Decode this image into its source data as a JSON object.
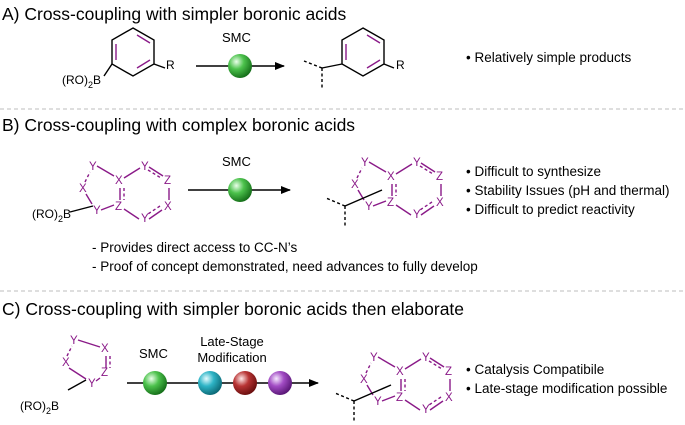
{
  "sections": [
    {
      "heading": "A) Cross-coupling with simpler boronic acids",
      "reaction_label": "SMC",
      "reagent": {
        "prefix": "(RO)",
        "sub": "2",
        "atom": "B",
        "substituent": "R"
      },
      "product": {
        "substituent": "R"
      },
      "bullets": [
        "• Relatively simple products"
      ]
    },
    {
      "heading": "B) Cross-coupling with complex boronic acids",
      "reaction_label": "SMC",
      "reagent": {
        "prefix": "(RO)",
        "sub": "2",
        "atom": "B"
      },
      "bullets": [
        "• Difficult to synthesize",
        "• Stability Issues (pH and thermal)",
        "• Difficult to predict reactivity"
      ],
      "notes": [
        "- Provides direct access to CC-N’s",
        "- Proof of concept demonstrated, need advances to fully develop"
      ]
    },
    {
      "heading": "C) Cross-coupling with simpler boronic acids then elaborate",
      "reaction_label": "SMC",
      "modification_label": [
        "Late-Stage",
        "Modification"
      ],
      "reagent": {
        "prefix": "(RO)",
        "sub": "2",
        "atom": "B"
      },
      "bullets": [
        "• Catalysis Compatibile",
        "• Late-stage modification possible"
      ]
    }
  ],
  "ring_atoms": {
    "Y": "Y",
    "X": "X",
    "Z": "Z"
  },
  "colors": {
    "heteroatom": "#8a1a88",
    "sphere_green": "#3fae3f",
    "sphere_cyan": "#27a6b8",
    "sphere_red": "#b02a2a",
    "sphere_purple": "#9b3dbb",
    "separator": "#bdbdbd"
  }
}
